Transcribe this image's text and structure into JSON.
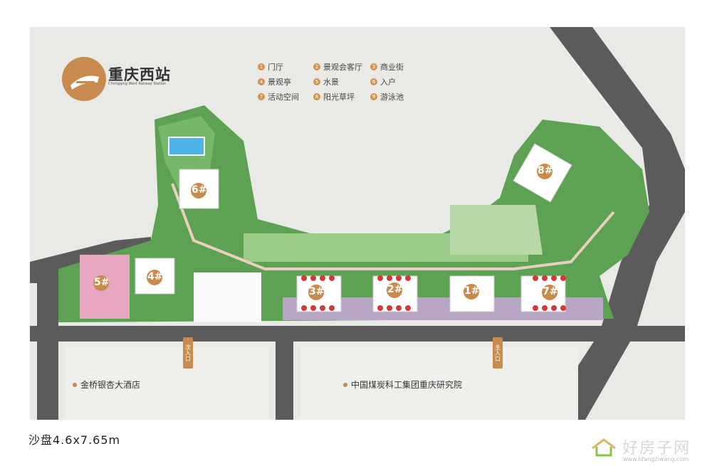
{
  "station": {
    "title": "重庆西站",
    "subtitle": "Chongqing West Railway Station"
  },
  "legend": [
    {
      "num": "1",
      "label": "门厅"
    },
    {
      "num": "2",
      "label": "景观会客厅"
    },
    {
      "num": "3",
      "label": "商业街"
    },
    {
      "num": "4",
      "label": "景观亭"
    },
    {
      "num": "5",
      "label": "水景"
    },
    {
      "num": "6",
      "label": "入户"
    },
    {
      "num": "7",
      "label": "活动空间"
    },
    {
      "num": "8",
      "label": "阳光草坪"
    },
    {
      "num": "9",
      "label": "游泳池"
    }
  ],
  "buildings": [
    "1#",
    "2#",
    "3#",
    "4#",
    "5#",
    "6#",
    "7#",
    "8#"
  ],
  "entrances": {
    "sub": "次入口",
    "main": "主入口"
  },
  "pois": [
    "金桥银杏大酒店",
    "中国煤炭科工集团重庆研究院"
  ],
  "caption": "沙盘4.6x7.65m",
  "watermark": {
    "text": "好房子网",
    "url": "www.hfangziwang.com"
  },
  "colors": {
    "accent": "#c88a4d",
    "road": "#5a5a5a",
    "green": "#4f9a45",
    "building": "#ffffff",
    "commercial": "#b9a6c6"
  }
}
